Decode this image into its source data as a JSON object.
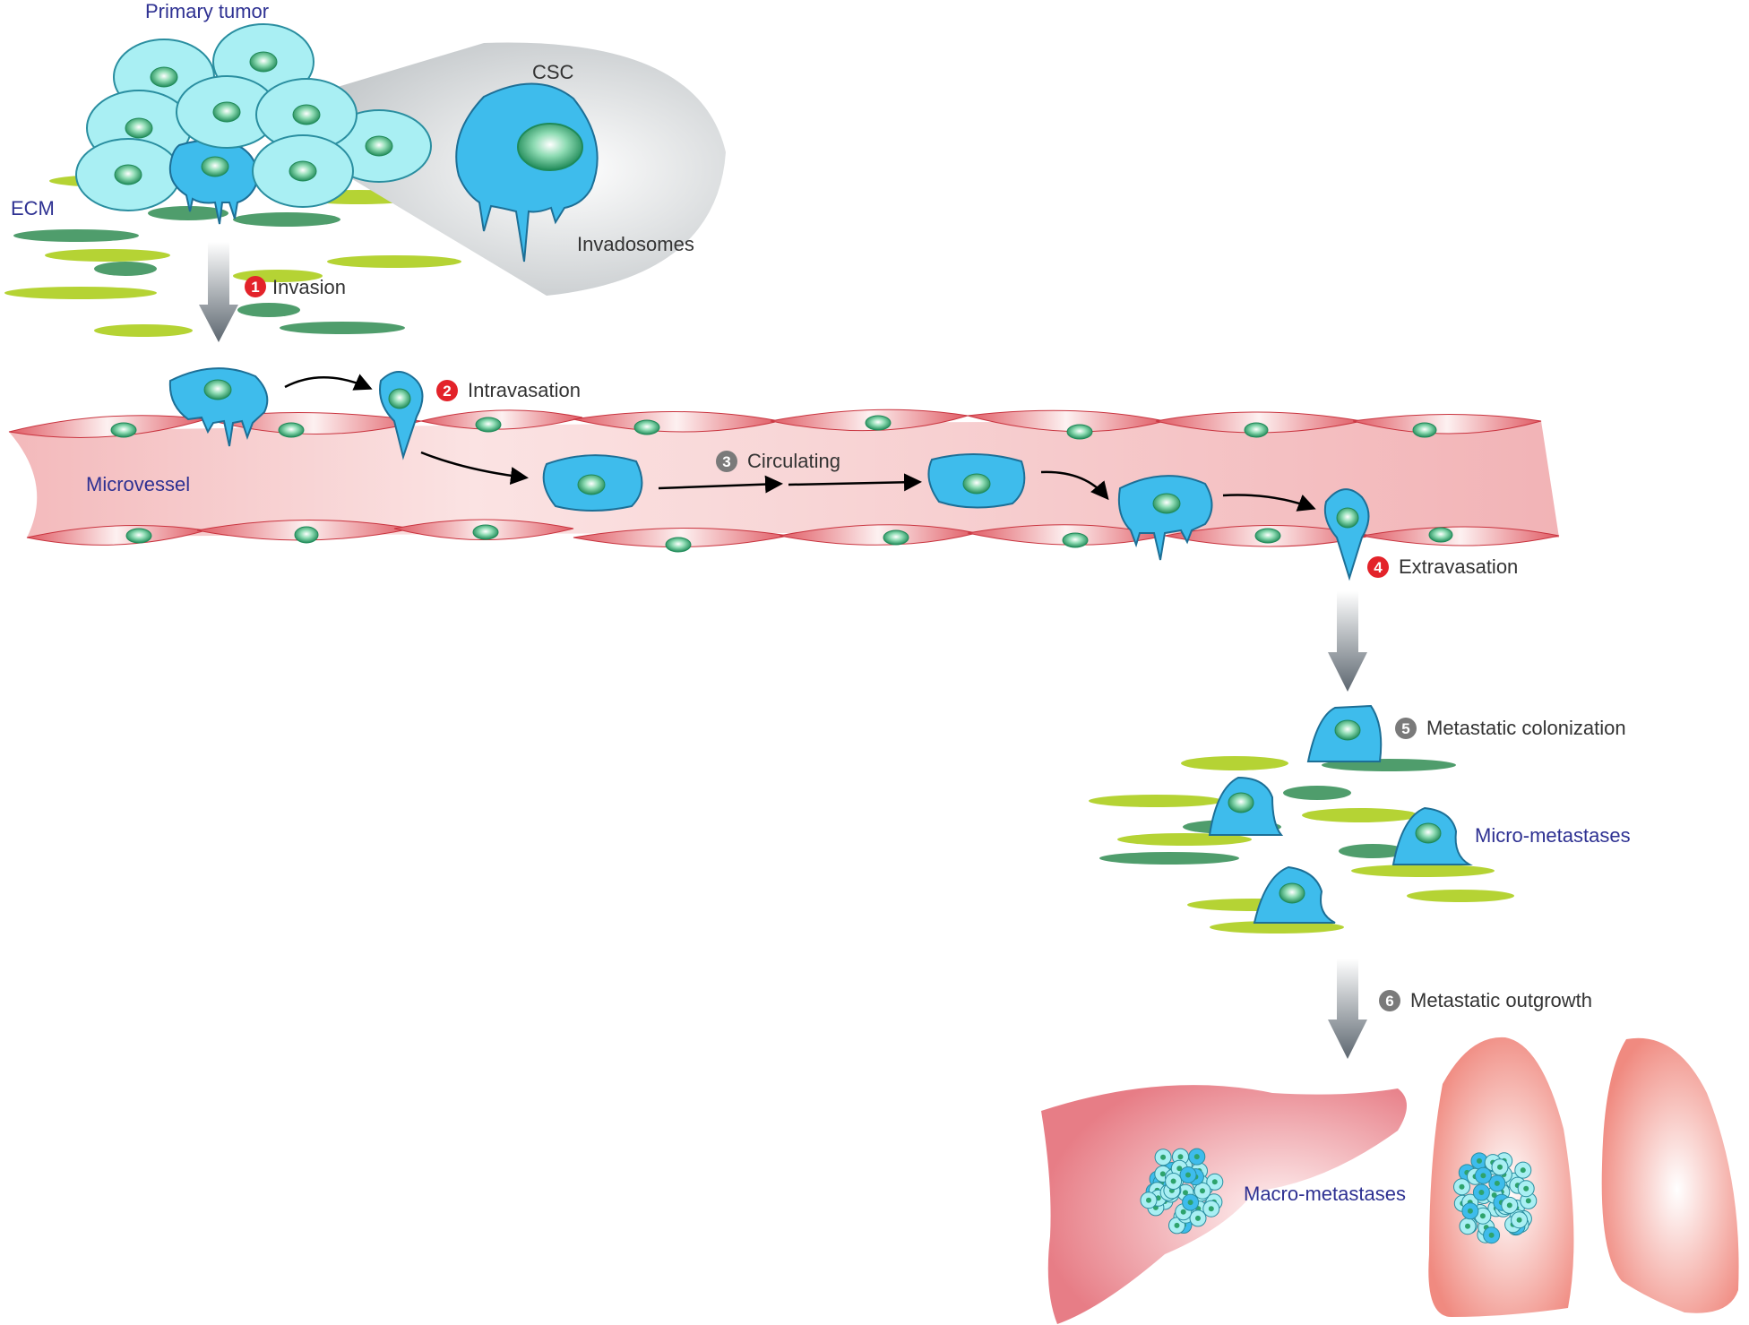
{
  "labels": {
    "primary_tumor": "Primary tumor",
    "csc": "CSC",
    "ecm": "ECM",
    "invadosomes": "Invadosomes",
    "microvessel": "Microvessel",
    "micro_metastases": "Micro-metastases",
    "macro_metastases": "Macro-metastases"
  },
  "steps": [
    {
      "number": "1",
      "label": "Invasion",
      "badge": "red"
    },
    {
      "number": "2",
      "label": "Intravasation",
      "badge": "red"
    },
    {
      "number": "3",
      "label": "Circulating",
      "badge": "gray"
    },
    {
      "number": "4",
      "label": "Extravasation",
      "badge": "red"
    },
    {
      "number": "5",
      "label": "Metastatic colonization",
      "badge": "gray"
    },
    {
      "number": "6",
      "label": "Metastatic outgrowth",
      "badge": "gray"
    }
  ],
  "colors": {
    "csc_cell": "#3ebcec",
    "tumor_cell": "#a9eff3",
    "nucleus": "#2ea36c",
    "ecm_light": "#b5d334",
    "ecm_dark": "#4f9d6c",
    "vessel": "#f4c4c4",
    "badge_red": "#e3232a",
    "badge_gray": "#7a7a7a",
    "label_blue": "#2e3192"
  }
}
